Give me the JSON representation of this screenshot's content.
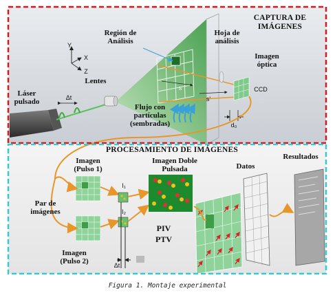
{
  "sections": {
    "capture_title_line1": "CAPTURA DE",
    "capture_title_line2": "IMÁGENES",
    "processing_title": "PROCESAMIENTO DE IMÁGENES"
  },
  "capture_labels": {
    "region_line1": "Región de",
    "region_line2": "Análisis",
    "sheet_line1": "Hoja de",
    "sheet_line2": "análisis",
    "optical_line1": "Imagen",
    "optical_line2": "óptica",
    "ccd": "CCD",
    "lens": "Lentes",
    "laser_line1": "Láser",
    "laser_line2": "pulsado",
    "delta_t": "Δt",
    "flow_line1": "Flujo con",
    "flow_line2": "partículas",
    "flow_line3": "(sembradas)",
    "s": "s",
    "s_prime": "s'",
    "d0": "d₀",
    "axis_x": "X",
    "axis_y": "Y",
    "axis_z": "Z"
  },
  "processing_labels": {
    "image_p1_line1": "Imagen",
    "image_p1_line2": "(Pulso 1)",
    "pair_line1": "Par de",
    "pair_line2": "imágenes",
    "image_p2_line1": "Imagen",
    "image_p2_line2": "(Pulso 2)",
    "i1": "I₁",
    "i2": "I₂",
    "delta_t": "Δt",
    "double_line1": "Imagen Doble",
    "double_line2": "Pulsada",
    "piv": "PIV",
    "ptv": "PTV",
    "data": "Datos",
    "results": "Resultados"
  },
  "caption": "Figura 1. Montaje experimental",
  "colors": {
    "capture_border": "#d9181e",
    "processing_border": "#35c9d4",
    "grid_green": "#7fc98a",
    "sheet_green": "#4caf50",
    "orange_arrow": "#e8962a",
    "particle_red": "#e53030",
    "particle_yellow": "#f2c21b"
  }
}
